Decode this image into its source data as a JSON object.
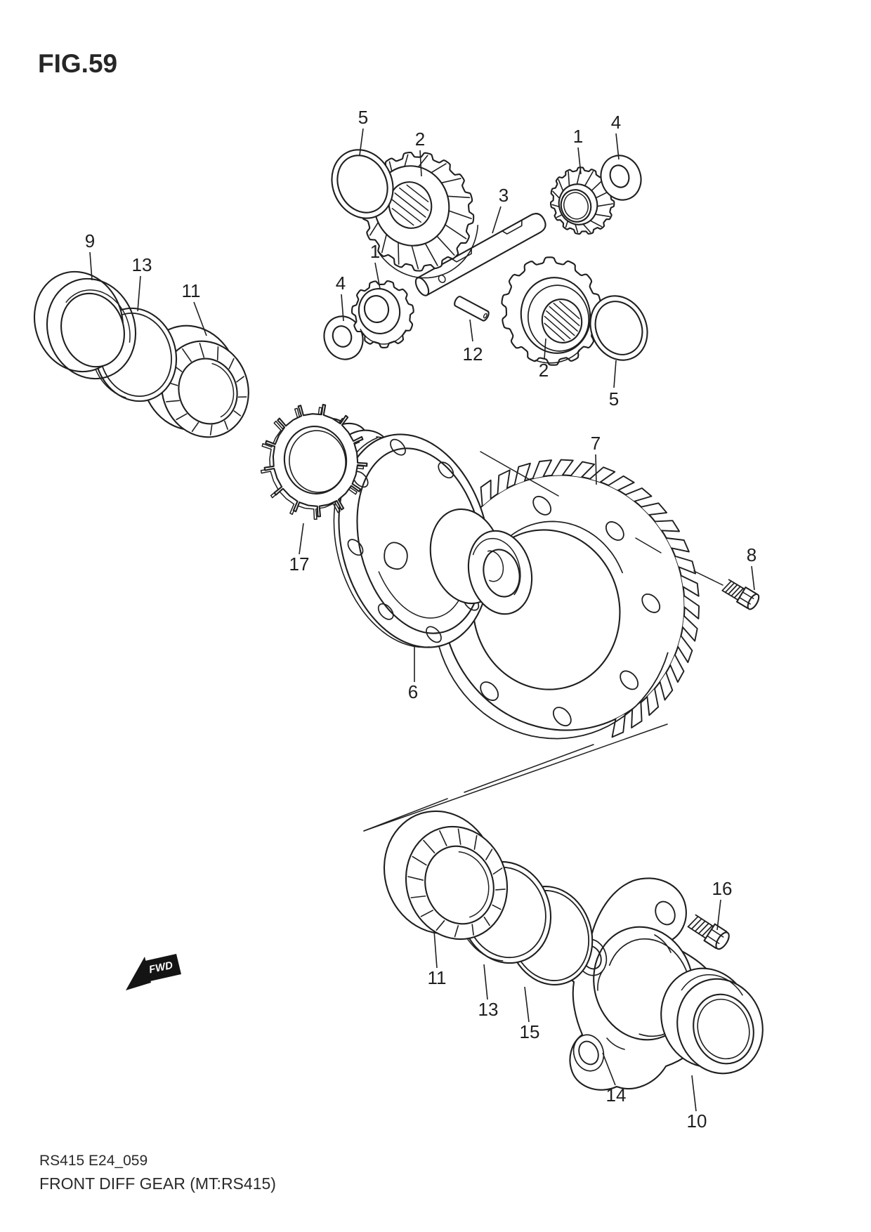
{
  "figure_label": "FIG.59",
  "footer": {
    "model_code": "RS415 E24_059",
    "figure_title": "FRONT DIFF GEAR (MT:RS415)"
  },
  "direction_marker": "FWD",
  "callouts": [
    {
      "ref": "5"
    },
    {
      "ref": "2"
    },
    {
      "ref": "1"
    },
    {
      "ref": "4"
    },
    {
      "ref": "3"
    },
    {
      "ref": "9"
    },
    {
      "ref": "13"
    },
    {
      "ref": "11"
    },
    {
      "ref": "1"
    },
    {
      "ref": "4"
    },
    {
      "ref": "12"
    },
    {
      "ref": "2"
    },
    {
      "ref": "5"
    },
    {
      "ref": "7"
    },
    {
      "ref": "17"
    },
    {
      "ref": "8"
    },
    {
      "ref": "6"
    },
    {
      "ref": "11"
    },
    {
      "ref": "13"
    },
    {
      "ref": "15"
    },
    {
      "ref": "16"
    },
    {
      "ref": "14"
    },
    {
      "ref": "10"
    }
  ],
  "colors": {
    "line": "#1f1f1f",
    "paper": "#ffffff",
    "marker_fill": "#141414",
    "marker_text": "#ffffff"
  }
}
